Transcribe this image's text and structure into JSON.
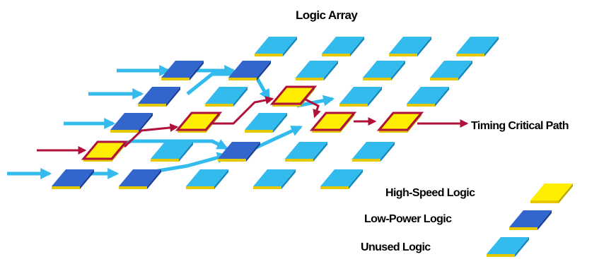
{
  "diagram": {
    "title": "Logic Array",
    "path_label": "Timing Critical Path",
    "legend": [
      {
        "label": "High-Speed Logic",
        "kind": "high-speed"
      },
      {
        "label": "Low-Power Logic",
        "kind": "low-power"
      },
      {
        "label": "Unused Logic",
        "kind": "unused"
      }
    ]
  },
  "colors": {
    "high_speed": "#ffee00",
    "high_speed_side": "#b8a800",
    "low_power": "#3366cc",
    "low_power_side": "#1a3f99",
    "unused": "#33bbee",
    "unused_side": "#1488bb",
    "critical_path": "#b0103a",
    "routing": "#33bbee"
  }
}
